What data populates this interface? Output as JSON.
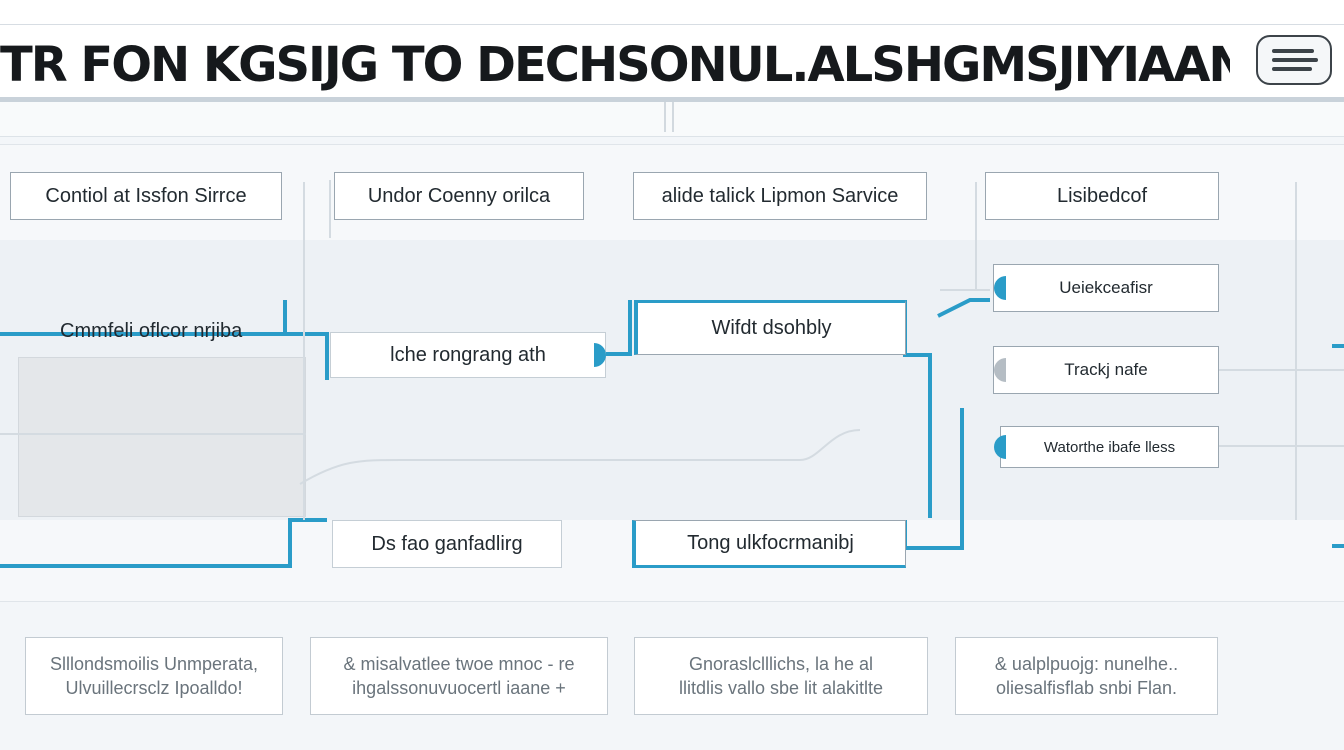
{
  "title": "TR FON KGSIJG TO DECHSONUL.ALSHGMSJIYIAANTON",
  "menu_icon": "hamburger-menu-icon",
  "accent_color": "#2a9cc8",
  "header_row": [
    "Contiol at Issfon Sirrce",
    "Undor Coenny orilca",
    "alide talick Lipmon Sarvice",
    "Lisibedcof"
  ],
  "flow": {
    "left_label": "Cmmfeli oflcor nrjiba",
    "lche": "lche rongrang ath",
    "wifdt": "Wifdt dsohbly",
    "ds_fac": "Ds fao ganfadlirg",
    "tong": "Tong ulkfocrmanibj"
  },
  "right_column": [
    "Ueiekceafisr",
    "Trackj nafe",
    "Watorthe ibafe lless"
  ],
  "cards": [
    [
      "Slllondsmoilis Unmperata,",
      "Ulvuillecrsclz Ipoalldo!"
    ],
    [
      "& misalvatlee twoe mnoc - re",
      "ihgalssonuvuocertl iaane +"
    ],
    [
      "Gnoraslclllichs, la he al",
      "llitdlis vallo sbe lit alakitlte"
    ],
    [
      "& ualplpuojg: nunelhe..",
      "oliesalfisflab snbi Flan."
    ]
  ]
}
